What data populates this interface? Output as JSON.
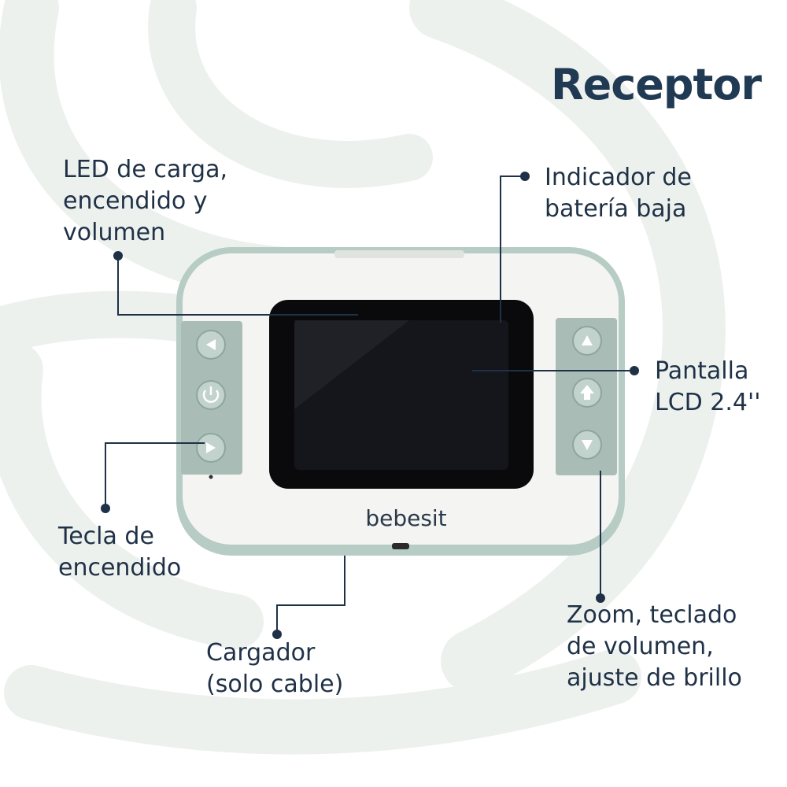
{
  "title": "Receptor",
  "brand": "bebesit",
  "colors": {
    "text": "#213a54",
    "accent_bg": "#edf1ee",
    "device_frame": "#b6ccc5",
    "device_body": "#f4f4f3",
    "keypad": "#a9bdb6",
    "screen": "#0a0a0c"
  },
  "labels": {
    "led": [
      "LED de carga,",
      "encendido y",
      "volumen"
    ],
    "battery": [
      "Indicador de",
      "batería baja"
    ],
    "screen": [
      "Pantalla",
      "LCD 2.4''"
    ],
    "power": [
      "Tecla de",
      "encendido"
    ],
    "charger": [
      "Cargador",
      "(solo cable)"
    ],
    "zoom": [
      "Zoom, teclado",
      "de volumen,",
      "ajuste de brillo"
    ]
  },
  "icons": {
    "left_keys": [
      "left-arrow-icon",
      "power-icon",
      "right-arrow-icon"
    ],
    "right_keys": [
      "up-arrow-icon",
      "zoom-icon",
      "down-arrow-icon"
    ]
  }
}
